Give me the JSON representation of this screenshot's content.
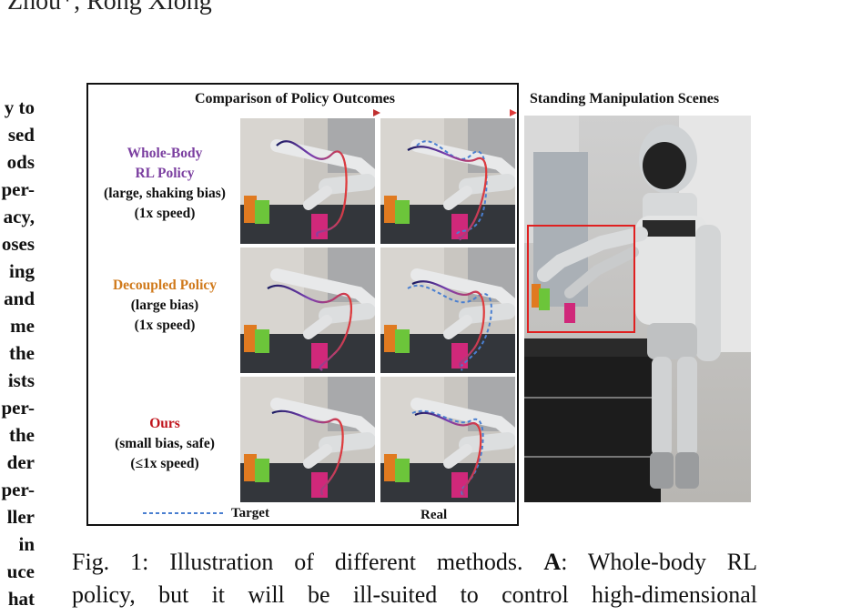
{
  "header": {
    "authors_fragment": "Zhou*, Rong Xiong"
  },
  "left_column_fragments": [
    "y to",
    "sed",
    "ods",
    "per-",
    "acy,",
    "oses",
    "ing",
    "and",
    "me",
    "the",
    "ists",
    "per-",
    "the",
    "der",
    "per-",
    "ller",
    "in",
    "uce",
    "hat"
  ],
  "figure": {
    "left_title": "Comparison of Policy Outcomes",
    "right_title": "Standing Manipulation Scenes",
    "rows": [
      {
        "name_lines": [
          "Whole-Body",
          "RL Policy"
        ],
        "desc_lines": [
          "(large, shaking bias)",
          "(1x speed)"
        ],
        "name_color": "#7b3fa0"
      },
      {
        "name_lines": [
          "Decoupled Policy"
        ],
        "desc_lines": [
          "(large bias)",
          "(1x speed)"
        ],
        "name_color": "#d07a1c"
      },
      {
        "name_lines": [
          "Ours"
        ],
        "desc_lines": [
          "(small bias, safe)",
          "(≤1x speed)"
        ],
        "name_color": "#c0141c"
      }
    ],
    "legend": {
      "target_label": "Target",
      "real_label": "Real"
    },
    "colors": {
      "target_line": "#4a7fd0",
      "real_start": "#1a1a5e",
      "real_mid": "#7a3fb0",
      "real_end": "#e03a3a",
      "highlight_box": "#e02020"
    }
  },
  "caption": {
    "line1_prefix": "Fig. 1: Illustration of different methods. ",
    "line1_bold": "A",
    "line1_suffix": ": Whole-body RL",
    "line2": "policy, but it will be ill-suited to control high-dimensional"
  }
}
